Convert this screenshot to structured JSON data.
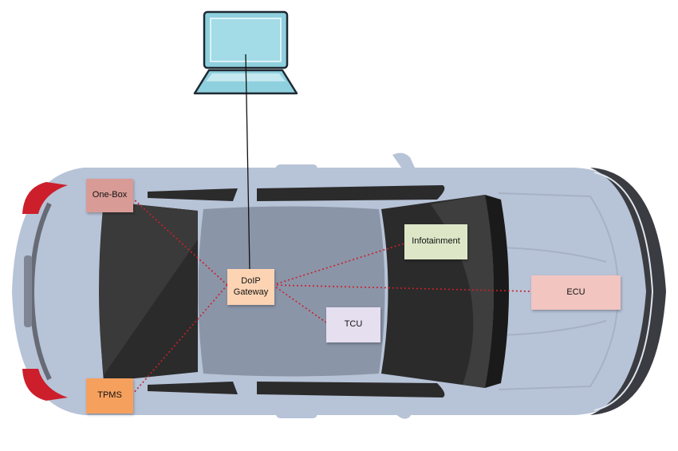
{
  "diagram": {
    "nodes": {
      "one_box": {
        "label": "One-Box",
        "color": "#d99b96"
      },
      "tpms": {
        "label": "TPMS",
        "color": "#f6a05e"
      },
      "gateway": {
        "line1": "DoIP",
        "line2": "Gateway",
        "color": "#fcd4b4"
      },
      "infotainment": {
        "label": "Infotainment",
        "color": "#dde7c8"
      },
      "tcu": {
        "label": "TCU",
        "color": "#e5dff0"
      },
      "ecu": {
        "label": "ECU",
        "color": "#f2c5c0"
      }
    },
    "links": [
      {
        "from": "gateway",
        "to": "one_box",
        "style": "dotted"
      },
      {
        "from": "gateway",
        "to": "tpms",
        "style": "dotted"
      },
      {
        "from": "gateway",
        "to": "infotainment",
        "style": "dotted"
      },
      {
        "from": "gateway",
        "to": "tcu",
        "style": "dotted"
      },
      {
        "from": "gateway",
        "to": "ecu",
        "style": "dotted"
      },
      {
        "from": "laptop",
        "to": "gateway",
        "style": "solid"
      }
    ],
    "colors": {
      "car_body": "#b7c3d7",
      "car_roof": "#8b95a8",
      "glass": "#2b2b2b",
      "headlight": "#cc1f2b",
      "laptop": "#8fd0de",
      "link_dotted": "#cc1f2b"
    },
    "icons": [
      "laptop-icon",
      "car-top-view-icon"
    ]
  }
}
